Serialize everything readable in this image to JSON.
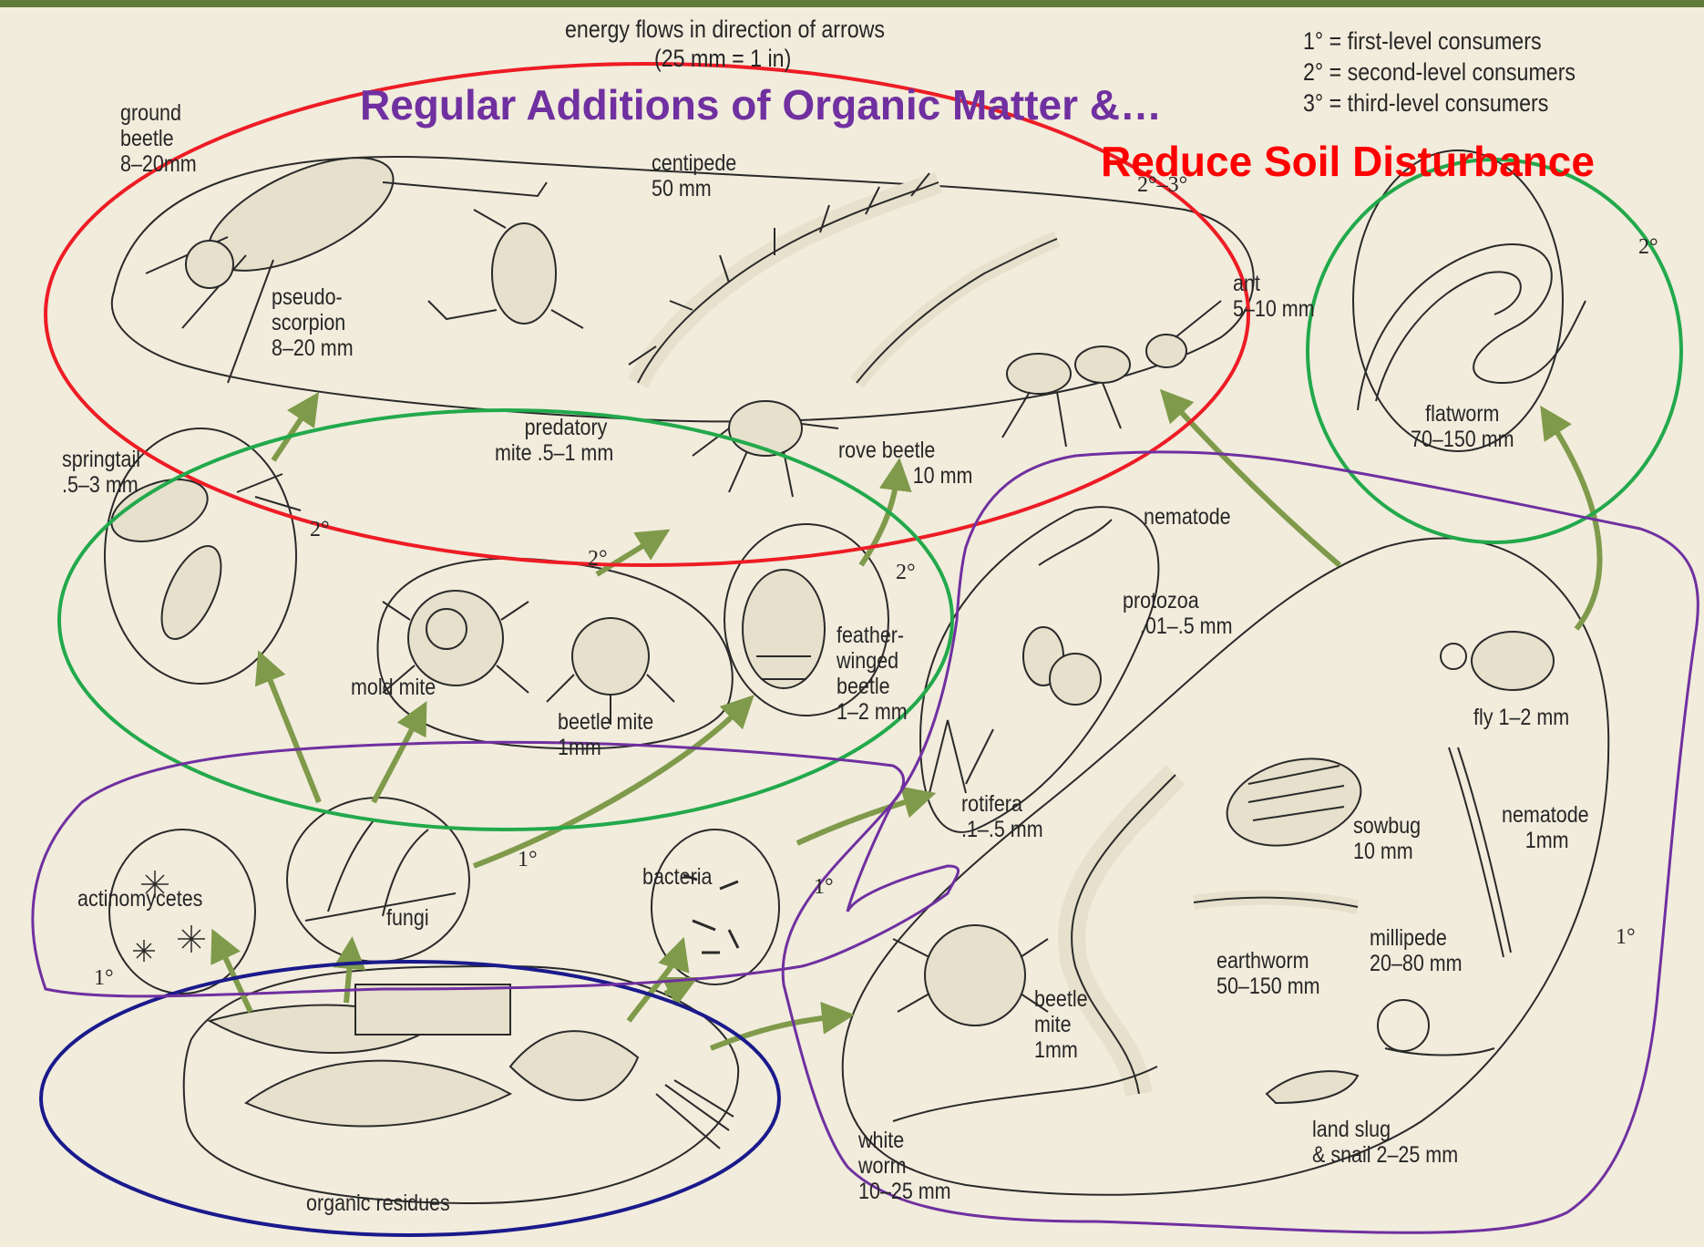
{
  "header": {
    "energy_note": "energy flows in direction of arrows",
    "scale_note": "(25 mm = 1 in)"
  },
  "legend": [
    "1° = first-level consumers",
    "2° = second-level consumers",
    "3° = third-level consumers"
  ],
  "headlines": {
    "purple": "Regular Additions of Organic Matter &…",
    "red": "Reduce Soil Disturbance"
  },
  "organisms": {
    "ground_beetle": [
      "ground",
      "beetle",
      "8–20mm"
    ],
    "centipede": [
      "centipede",
      "50 mm"
    ],
    "pseudoscorpion": [
      "pseudo-",
      "scorpion",
      "8–20 mm"
    ],
    "ant": [
      "ant",
      "5–10 mm"
    ],
    "flatworm": [
      "flatworm",
      "70–150 mm"
    ],
    "predatory_mite": [
      "predatory",
      "mite .5–1 mm"
    ],
    "springtail": [
      "springtail",
      ".5–3 mm"
    ],
    "rove_beetle": [
      "rove beetle",
      "10 mm"
    ],
    "nematode_top": [
      "nematode"
    ],
    "protozoa": [
      "protozoa",
      ".01–.5 mm"
    ],
    "mold_mite": [
      "mold mite"
    ],
    "beetle_mite_small": [
      "beetle mite",
      "1mm"
    ],
    "feather_winged_beetle": [
      "feather-",
      "winged",
      "beetle",
      "1–2 mm"
    ],
    "fly": [
      "fly 1–2 mm"
    ],
    "rotifera": [
      "rotifera",
      ".1–.5 mm"
    ],
    "sowbug": [
      "sowbug",
      "10 mm"
    ],
    "nematode_small": [
      "nematode",
      "1mm"
    ],
    "actinomycetes": [
      "actinomycetes"
    ],
    "fungi": [
      "fungi"
    ],
    "bacteria": [
      "bacteria"
    ],
    "earthworm": [
      "earthworm",
      "50–150 mm"
    ],
    "millipede": [
      "millipede",
      "20–80 mm"
    ],
    "beetle_mite_large": [
      "beetle",
      "mite",
      "1mm"
    ],
    "white_worm": [
      "white",
      "worm",
      "10–25 mm"
    ],
    "land_slug": [
      "land slug",
      "& snail  2–25 mm"
    ],
    "organic_residues": [
      "organic residues"
    ]
  },
  "levels": {
    "centipede_level": "2°–3°",
    "flatworm_level": "2°",
    "springtail_level": "2°",
    "mites_level": "2°",
    "beetle_level": "2°",
    "fungi_level": "1°",
    "actino_level": "1°",
    "bacteria_level": "1°",
    "large_group_level": "1°"
  },
  "colors": {
    "background": "#f1ecdc",
    "top_bar": "#5f7a3a",
    "arrow": "#7f9a4a",
    "red_circle": "#ee1c25",
    "green_circle": "#22a94b",
    "purple_outline": "#7030a0",
    "blue_circle": "#1a1a8c",
    "headline_purple": "#7030a0",
    "headline_red": "#ff0000"
  }
}
